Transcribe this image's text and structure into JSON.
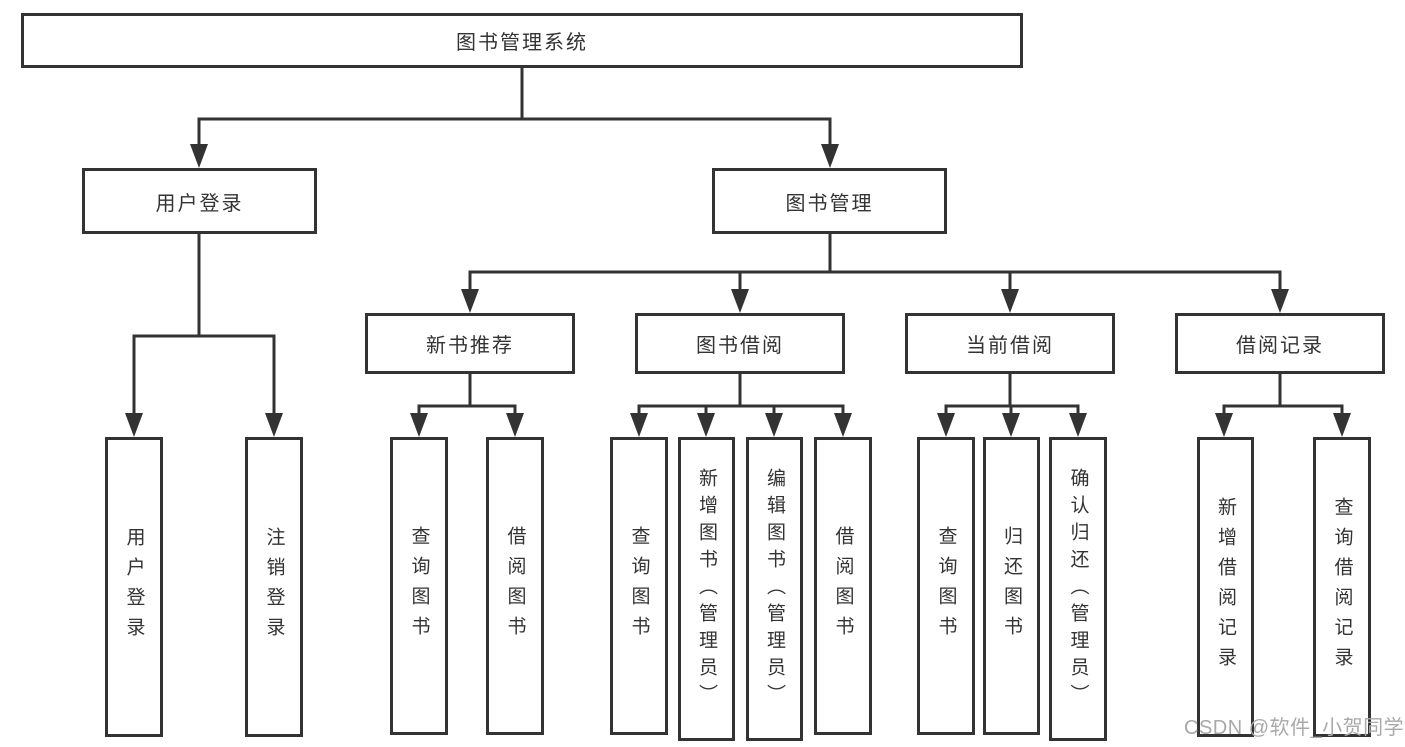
{
  "diagram": {
    "type": "org-chart",
    "title": "图书管理系统",
    "tree": {
      "label": "图书管理系统",
      "children": [
        {
          "label": "用户登录",
          "children": [
            {
              "label": "用户登录"
            },
            {
              "label": "注销登录"
            }
          ]
        },
        {
          "label": "图书管理",
          "children": [
            {
              "label": "新书推荐",
              "children": [
                {
                  "label": "查询图书"
                },
                {
                  "label": "借阅图书"
                }
              ]
            },
            {
              "label": "图书借阅",
              "children": [
                {
                  "label": "查询图书"
                },
                {
                  "label": "新增图书（管理员）"
                },
                {
                  "label": "编辑图书（管理员）"
                },
                {
                  "label": "借阅图书"
                }
              ]
            },
            {
              "label": "当前借阅",
              "children": [
                {
                  "label": "查询图书"
                },
                {
                  "label": "归还图书"
                },
                {
                  "label": "确认归还（管理员）"
                }
              ]
            },
            {
              "label": "借阅记录",
              "children": [
                {
                  "label": "新增借阅记录"
                },
                {
                  "label": "查询借阅记录"
                }
              ]
            }
          ]
        }
      ]
    },
    "colors": {
      "line": "#333333",
      "box_border": "#333333",
      "text": "#333333",
      "watermark": "#a9a9a9",
      "background": "#ffffff"
    },
    "watermark": "CSDN @软件_小贺同学"
  }
}
